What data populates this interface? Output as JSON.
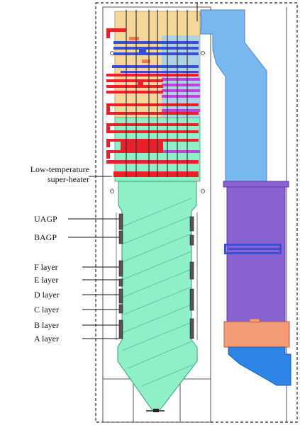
{
  "labels": {
    "low_temp_line1": "Low-temperature",
    "low_temp_line2": "super-heater",
    "uagp": "UAGP",
    "bagp": "BAGP",
    "f_layer": "F layer",
    "e_layer": "E layer",
    "d_layer": "D layer",
    "c_layer": "C layer",
    "b_layer": "B layer",
    "a_layer": "A layer"
  },
  "colors": {
    "furnace_green": "#8ff0c8",
    "heater_red": "#e8202a",
    "heater_blue": "#3a4fd8",
    "heater_purple": "#c040e0",
    "upper_tan": "#f5d79a",
    "flue_blue": "#79b8ef",
    "column_purple": "#8a63d2",
    "preheater_orange": "#f39a77",
    "outlet_blue": "#2d86e6",
    "frame_black": "#222222"
  }
}
